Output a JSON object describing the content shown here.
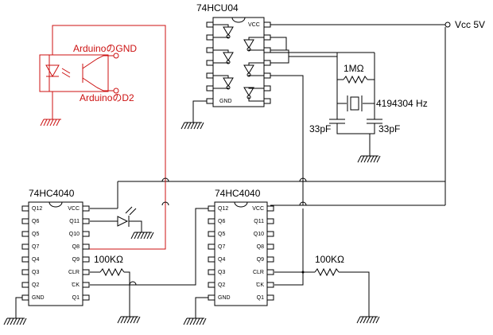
{
  "labels": {
    "u1_name": "74HCU04",
    "u2_name": "74HC4040",
    "u3_name": "74HC4040",
    "vcc": "Vcc 5V",
    "r_feedback": "1MΩ",
    "crystal": "4194304 Hz",
    "c_left": "33pF",
    "c_right": "33pF",
    "r_u2": "100KΩ",
    "r_u3": "100KΩ",
    "opto_gnd": "ArduinoのGND",
    "opto_d2": "ArduinoのD2"
  },
  "u1_pins": {
    "vcc": "VCC",
    "gnd": "GND"
  },
  "counter_pins": {
    "left": [
      "Q12",
      "Q6",
      "Q5",
      "Q7",
      "Q4",
      "Q3",
      "Q2",
      "GND"
    ],
    "right": [
      "VCC",
      "Q11",
      "Q10",
      "Q8",
      "Q9",
      "CLR",
      "CK",
      "Q1"
    ]
  },
  "colors": {
    "wire": "#000000",
    "optocoupler": "#cc1111"
  }
}
